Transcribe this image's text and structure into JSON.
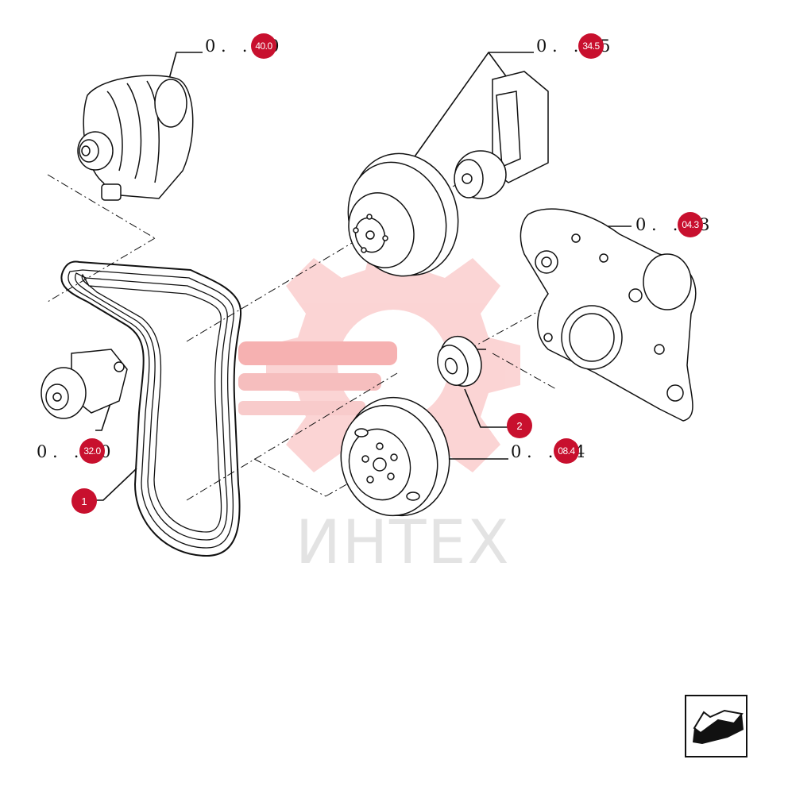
{
  "watermark": "ИНТЕХ",
  "references": [
    {
      "id": "ref-alternator",
      "text": "0 .   .  . 0",
      "badge": "40.0"
    },
    {
      "id": "ref-water-pump",
      "text": "0 .   .  . 5",
      "badge": "34.5"
    },
    {
      "id": "ref-timing-cover",
      "text": "0 .   .  . 3",
      "badge": "04.3"
    },
    {
      "id": "ref-tensioner",
      "text": "0 .   .  . 0",
      "badge": "32.0"
    },
    {
      "id": "ref-crank-pulley",
      "text": "0 .   .  . 4",
      "badge": "08.4"
    }
  ],
  "callouts": [
    {
      "id": "callout-1",
      "label": "1"
    },
    {
      "id": "callout-2",
      "label": "2"
    }
  ],
  "nav": {
    "icon": "return-arrow-icon"
  },
  "colors": {
    "badge": "#c8102e",
    "line": "#111111",
    "watermark": "#e3e3e3"
  }
}
